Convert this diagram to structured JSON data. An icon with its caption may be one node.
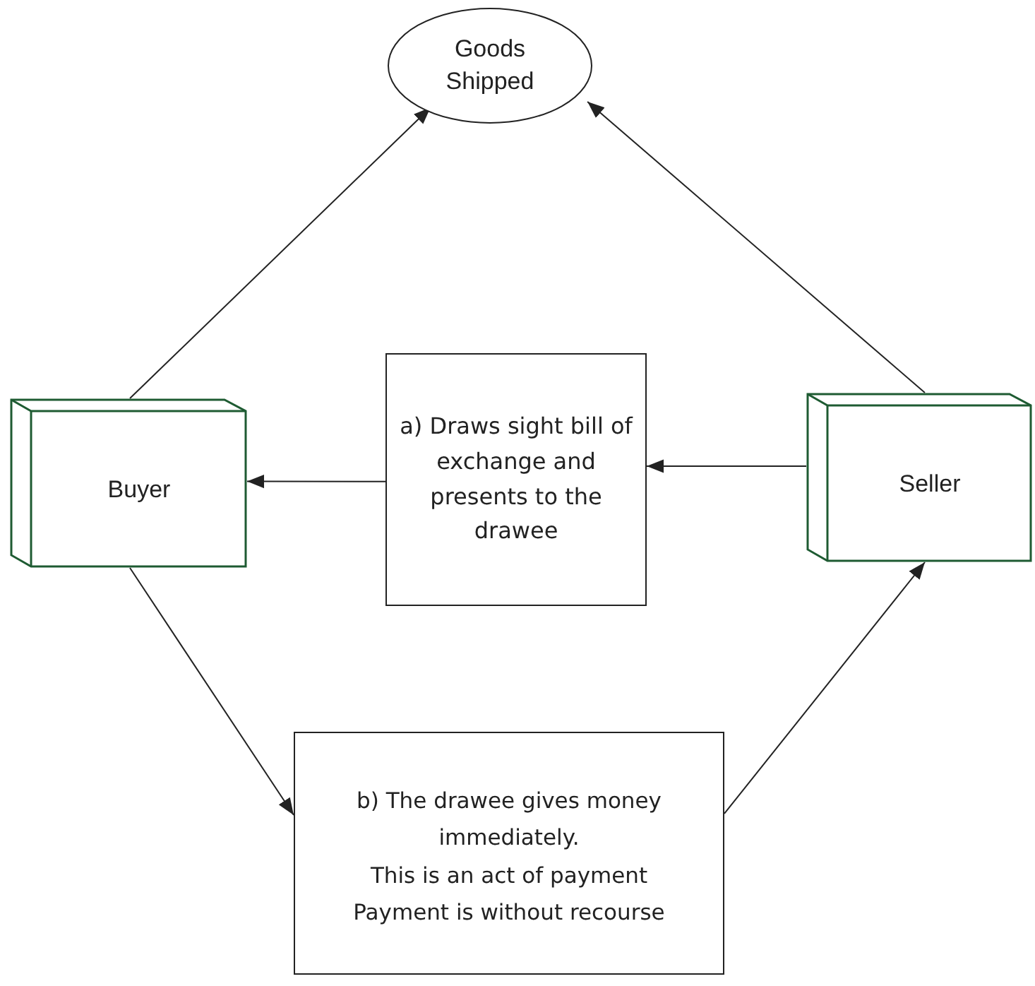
{
  "diagram": {
    "nodes": [
      {
        "text": [
          "Goods Shipped"
        ]
      },
      {
        "text": [
          "Buyer"
        ]
      },
      {
        "text": [
          "a) Draws sight bill of exchange and presents to the drawee"
        ]
      },
      {
        "text": [
          "Seller"
        ]
      },
      {
        "text": [
          "b) The drawee gives money immediately.",
          "This is an act of payment",
          "Payment is without recourse"
        ]
      }
    ],
    "edges": [
      {
        "from": 1,
        "to": 0,
        "arrow": "to"
      },
      {
        "from": 3,
        "to": 0,
        "arrow": "to"
      },
      {
        "from": 3,
        "to": 2,
        "arrow": "to"
      },
      {
        "from": 2,
        "to": 1,
        "arrow": "to"
      },
      {
        "from": 1,
        "to": 4,
        "arrow": "to"
      },
      {
        "from": 4,
        "to": 3,
        "arrow": "to"
      }
    ]
  }
}
